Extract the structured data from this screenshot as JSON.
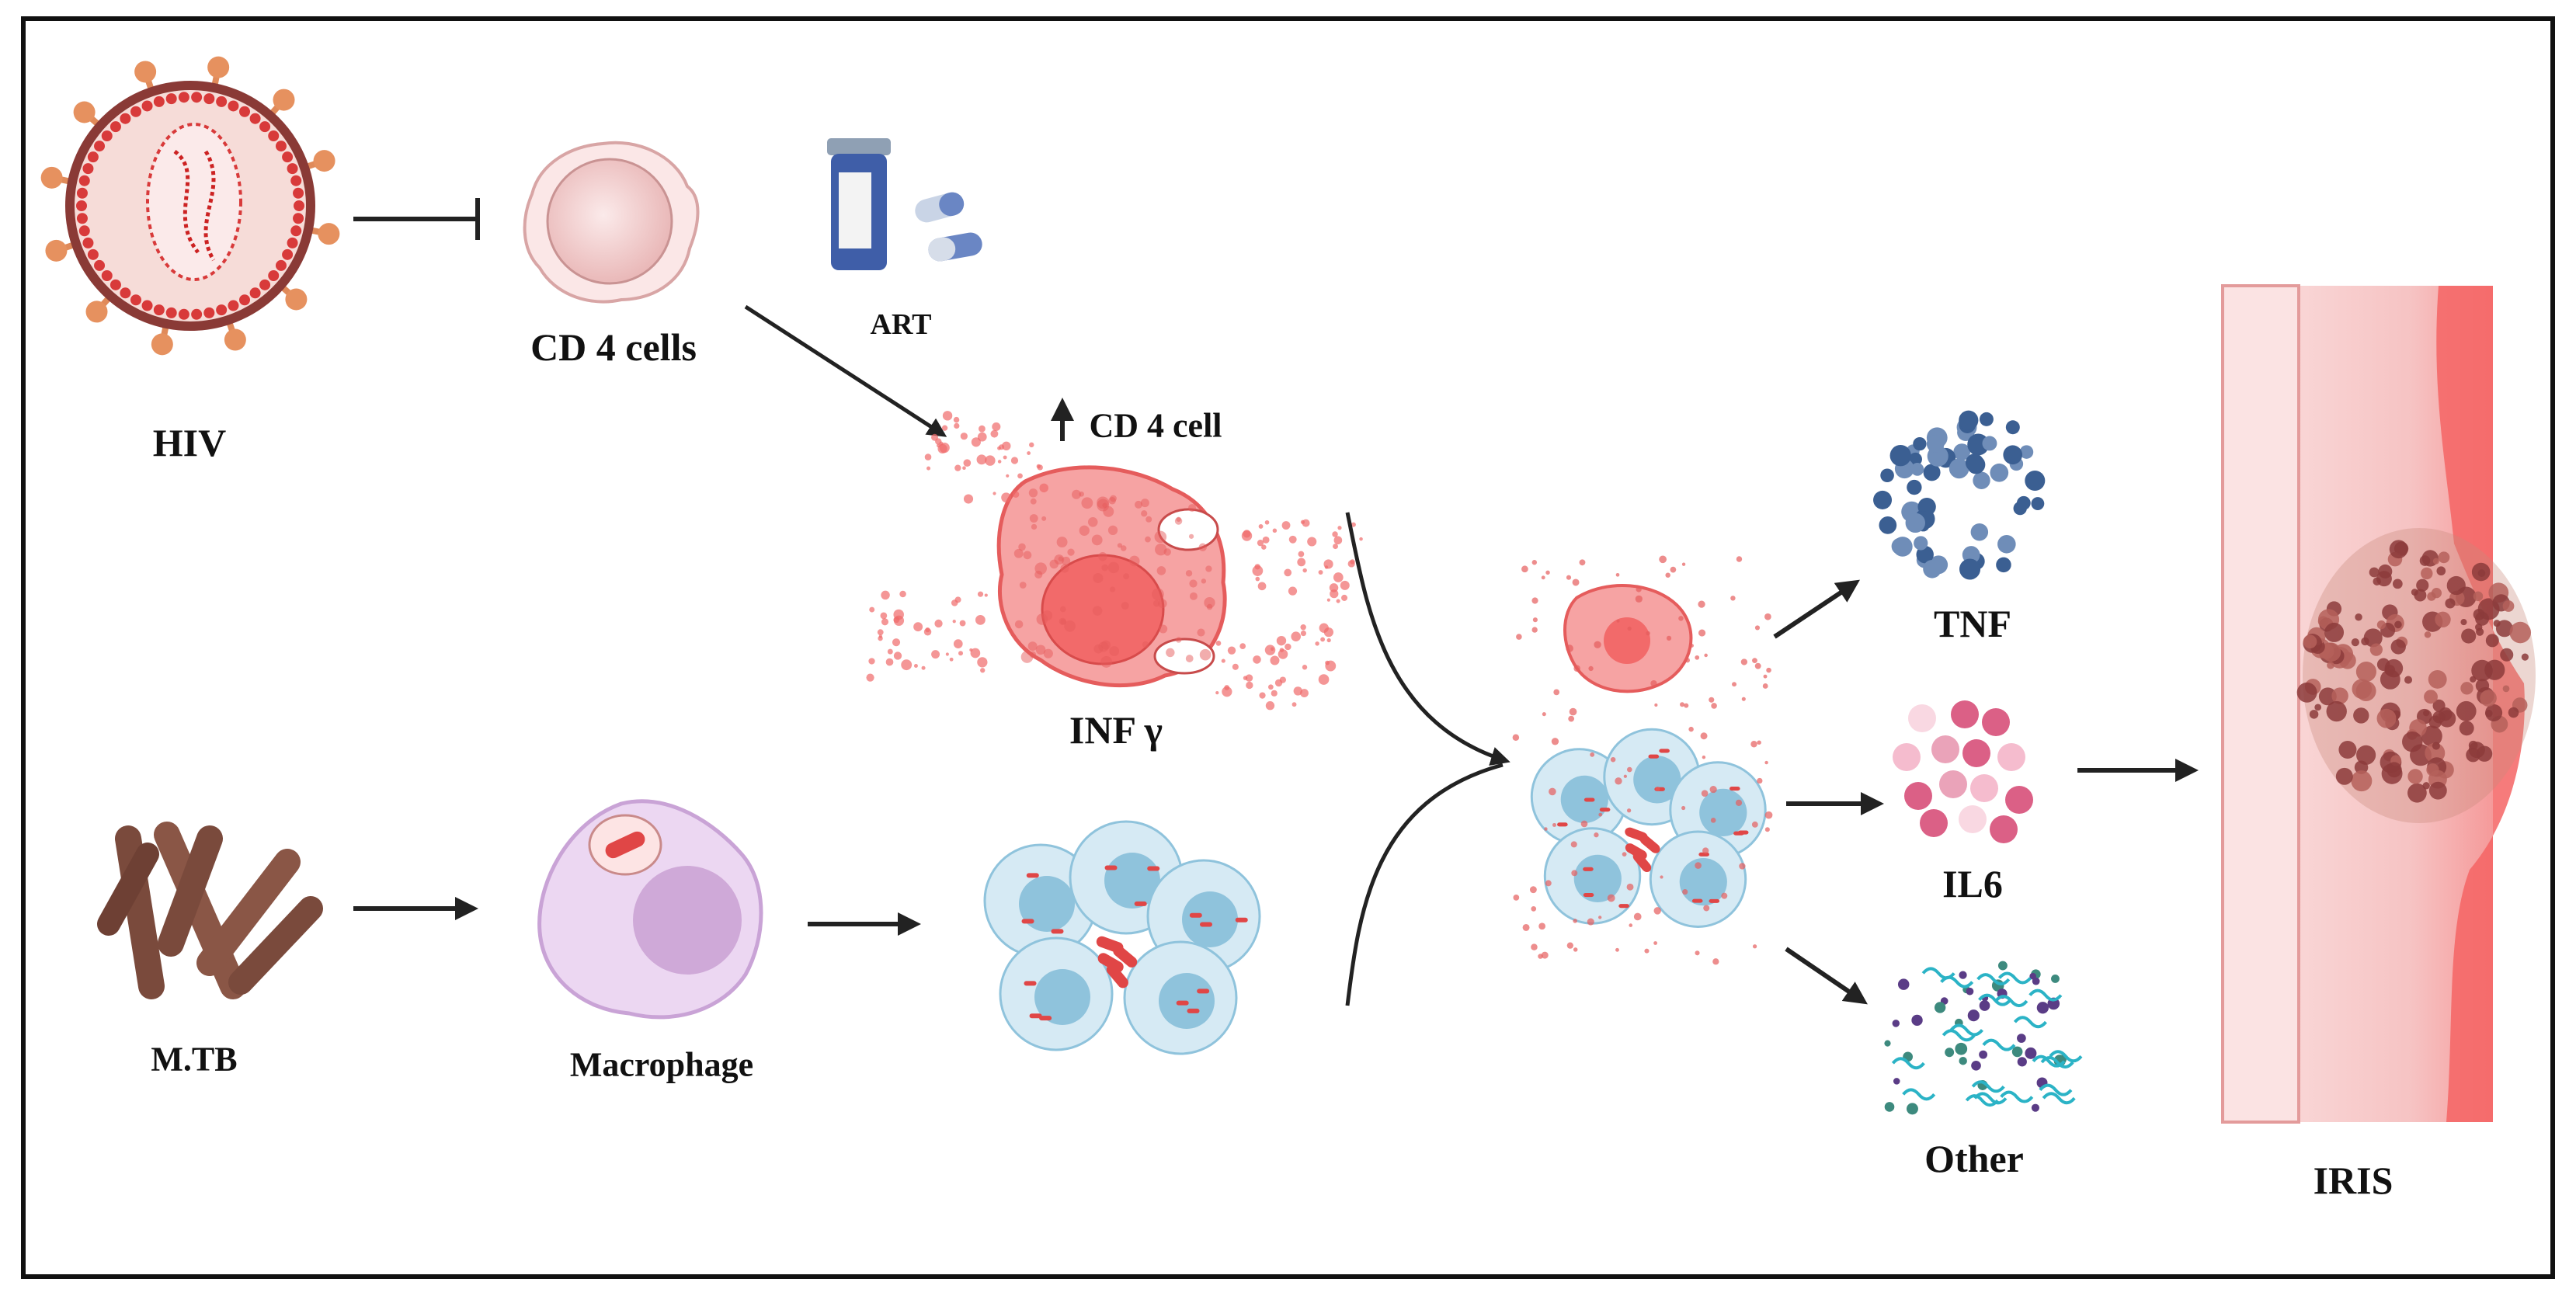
{
  "labels": {
    "hiv": "HIV",
    "cd4_cells": "CD 4 cells",
    "art": "ART",
    "cd4_cell_up": "CD 4 cell",
    "inf_gamma": "INF γ",
    "mtb": "M.TB",
    "macrophage": "Macrophage",
    "tnf": "TNF",
    "il6": "IL6",
    "other": "Other",
    "iris": "IRIS"
  },
  "colors": {
    "frame": "#111111",
    "virus_ring": "#8a3a36",
    "virus_dots": "#d83a3a",
    "virus_spikes": "#e08a5a",
    "cd4_cell": "#f2c9c9",
    "pill_bottle": "#3f5ea8",
    "inf_cell": "#f47d7d",
    "mtb_rods": "#7a4a3c",
    "macrophage": "#e6cdef",
    "granuloma_cell": "#cfe6f2",
    "granuloma_nucleus": "#8fc3dc",
    "bacilli": "#e04646",
    "tnf_dots": "#3b5f92",
    "il6_dots": "#d9577f",
    "other_cyan": "#2bb3c6",
    "other_purple": "#5a3c86",
    "tissue": "#f6c8c8",
    "tissue_edge": "#f05a5a",
    "lesion": "#8c3b3b",
    "arrow": "#222222"
  },
  "icons": [
    "hiv-virus-icon",
    "cd4-cell-icon",
    "art-pill-bottle-icon",
    "capsule-icon",
    "activated-cd4-cell-icon",
    "mtb-bacilli-icon",
    "macrophage-icon",
    "granuloma-icon",
    "tnf-cytokine-icon",
    "il6-cytokine-icon",
    "other-cytokine-icon",
    "iris-tissue-icon"
  ]
}
